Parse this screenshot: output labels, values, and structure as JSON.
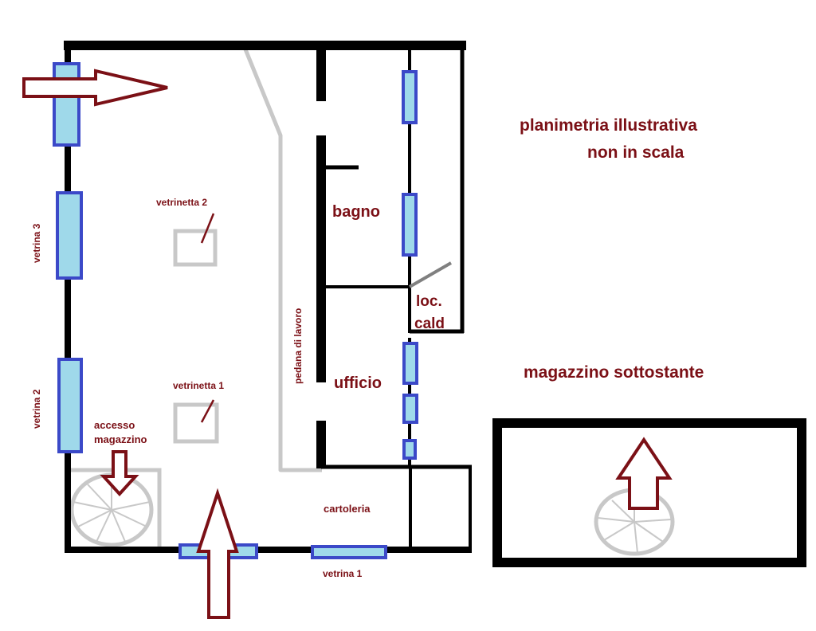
{
  "labels": {
    "title_line1": "planimetria illustrativa",
    "title_line2": "non in scala",
    "storage_below": "magazzino sottostante",
    "bathroom": "bagno",
    "boiler_room_line1": "loc.",
    "boiler_room_line2": "cald",
    "office": "ufficio",
    "stationery": "cartoleria",
    "work_platform": "pedana di lavoro",
    "display_case_1": "vetrinetta 1",
    "display_case_2": "vetrinetta 2",
    "storage_access_line1": "accesso",
    "storage_access_line2": "magazzino",
    "shop_window_1": "vetrina 1",
    "shop_window_2": "vetrina 2",
    "shop_window_3": "vetrina 3"
  },
  "colors": {
    "wall": "#000000",
    "window_fill": "#9fd9ea",
    "window_stroke": "#3b49c8",
    "arrow_stroke": "#7b1016",
    "label_text": "#7b1016",
    "furniture": "#c8c8c8"
  }
}
